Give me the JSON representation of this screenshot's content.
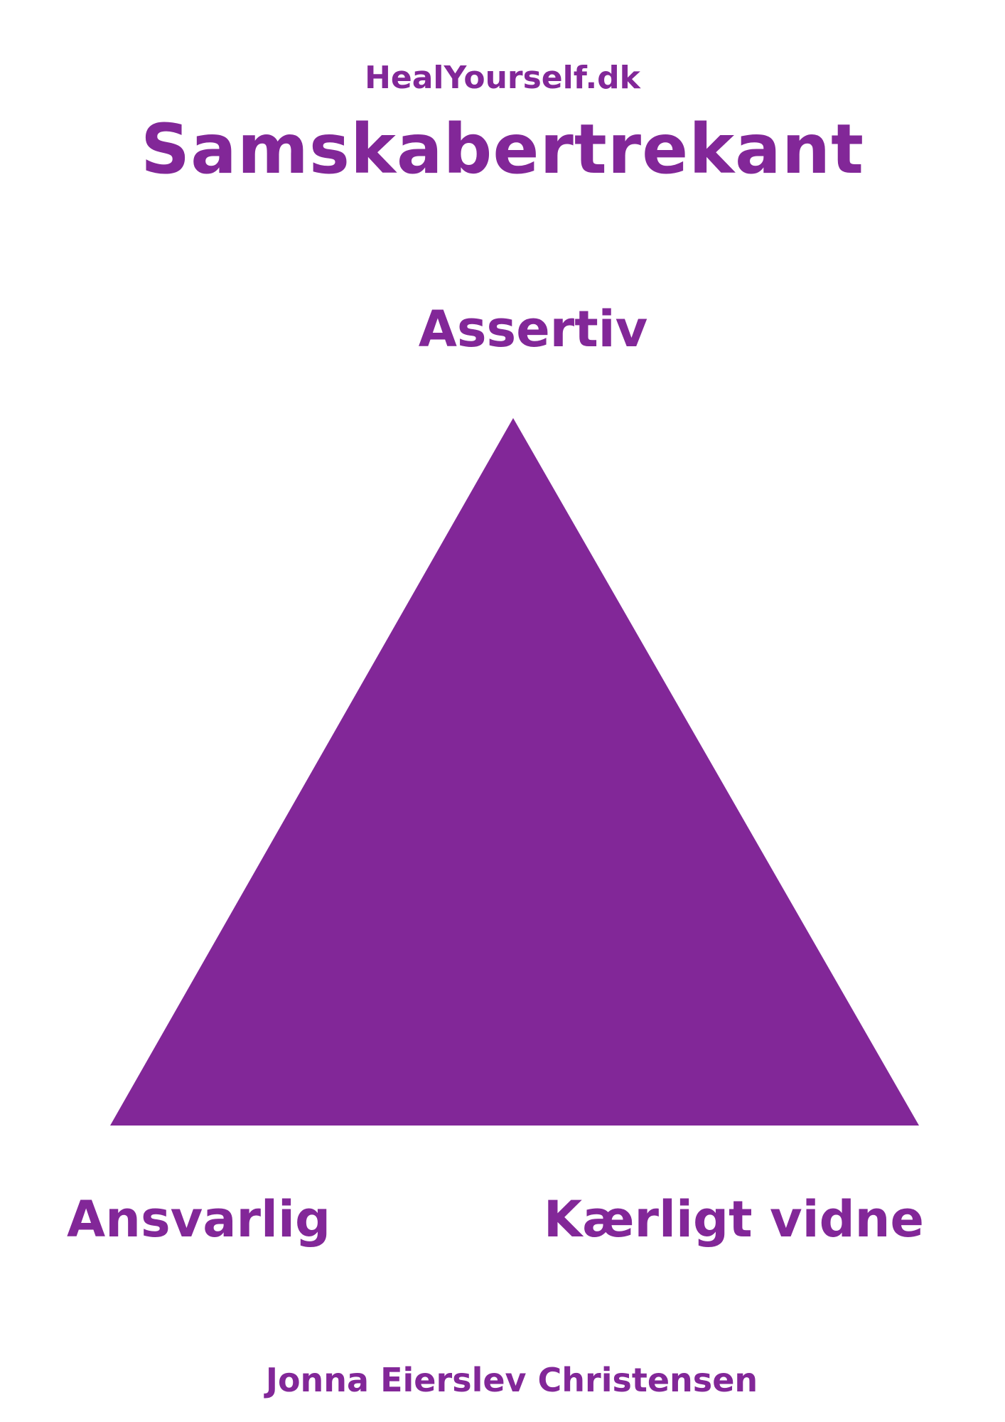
{
  "header": {
    "site": "HealYourself.dk",
    "title": "Samskabertrekant"
  },
  "triangle": {
    "top_label": "Assertiv",
    "left_label": "Ansvarlig",
    "right_label": "Kærligt vidne",
    "fill_color": "#822798"
  },
  "footer": {
    "author": "Jonna Eierslev Christensen"
  },
  "colors": {
    "text": "#822798",
    "background": "#ffffff"
  }
}
